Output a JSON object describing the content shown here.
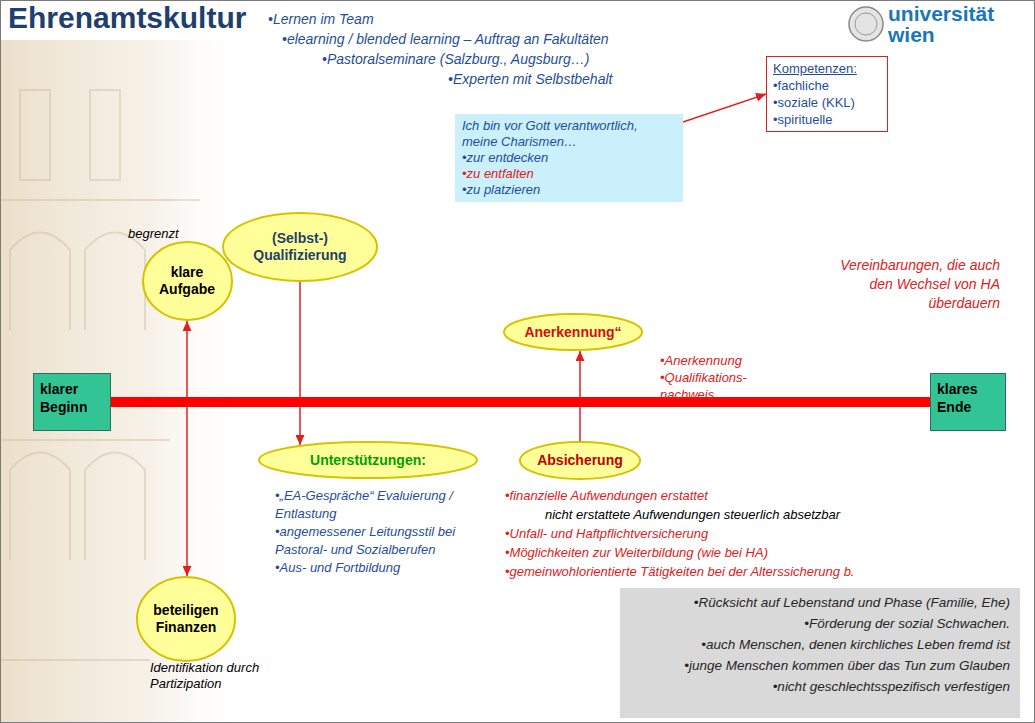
{
  "diagram": {
    "title": "Ehrenamtskultur",
    "nodes": [
      {
        "text": [
          "Kompetenzen:",
          "•fachliche",
          "•soziale (KKL)",
          "•spirituelle"
        ]
      },
      {
        "text": [
          "Ich bin vor Gott verantwortlich, meine Charismen…",
          "•zur entdecken",
          "•zu entfalten",
          "•zu platzieren"
        ]
      },
      {
        "text": [
          "(Selbst-) Qualifizierung"
        ]
      },
      {
        "text": [
          "klare Aufgabe"
        ]
      },
      {
        "text": [
          "Anerkennung“"
        ]
      },
      {
        "text": [
          "klarer Beginn"
        ]
      },
      {
        "text": [
          "klares Ende"
        ]
      },
      {
        "text": [
          "Unterstützungen:"
        ]
      },
      {
        "text": [
          "Absicherung"
        ]
      },
      {
        "text": [
          "beteiligen Finanzen"
        ]
      },
      {
        "text": [
          "•Rücksicht auf Lebenstand und Phase (Familie, Ehe)",
          "•Förderung der sozial Schwachen.",
          "•auch Menschen, denen kirchliches Leben fremd ist",
          "•junge Menschen kommen über das Tun zum Glauben",
          "•nicht geschlechtsspezifisch verfestigen"
        ]
      }
    ],
    "edges": [
      {
        "from": 1,
        "to": 0,
        "arrow": "to"
      },
      {
        "from": 3,
        "to": 9,
        "arrow": "both"
      },
      {
        "from": 2,
        "to": 7,
        "arrow": "to"
      },
      {
        "from": 8,
        "to": 4,
        "arrow": "to"
      },
      {
        "from": 5,
        "to": 6,
        "arrow": "none"
      }
    ],
    "labels": [
      "universität",
      "wien",
      "•Lernen im Team",
      "•elearning / blended learning – Auftrag an Fakultäten",
      "•Pastoralseminare (Salzburg., Augsburg…)",
      "•Experten mit Selbstbehalt",
      "begrenzt",
      "Vereinbarungen, die auch den Wechsel von HA überdauern",
      "•Anerkennung",
      "•Qualifikations- nachweis",
      "•„EA-Gespräche“ Evaluierung / Entlastung",
      "•angemessener Leitungsstil bei Pastoral- und Sozialberufen",
      "•Aus- und Fortbildung",
      "•finanzielle Aufwendungen erstattet",
      "nicht erstattete Aufwendungen steuerlich absetzbar",
      "•Unfall- und Haftpflichtversicherung",
      "•Möglichkeiten zur Weiterbildung (wie bei HA)",
      "•gemeinwohlorientierte Tätigkeiten bei der Alterssicherung b.",
      "Identifikation durch Partizipation"
    ]
  }
}
